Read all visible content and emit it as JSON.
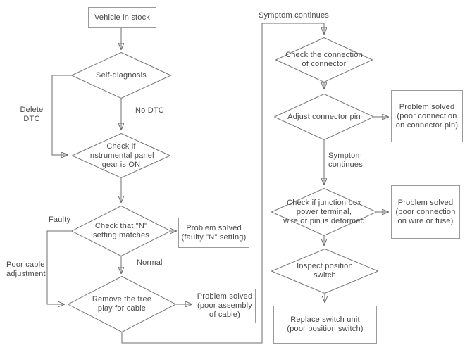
{
  "diagram": {
    "type": "flowchart",
    "nodes": {
      "vehicle_in_stock": "Vehicle in stock",
      "self_diagnosis": "Self-diagnosis",
      "check_panel": "Check if\ninstrumental panel\ngear is ON",
      "check_n_setting": "Check that \"N\"\nsetting matches",
      "problem_faulty_n": "Problem solved\n(faulty \"N\" setting)",
      "remove_free_play": "Remove the free\nplay for cable",
      "problem_cable": "Problem solved\n(poor assembly\nof cable)",
      "check_connection": "Check the connection\nof connector",
      "adjust_pin": "Adjust connector pin",
      "problem_connector_pin": "Problem solved\n(poor connection\non connector pin)",
      "check_junction": "Check if junction box\npower terminal,\nwire or pin is deformed",
      "problem_wire_fuse": "Problem solved\n(poor connection\non wire or fuse)",
      "inspect_switch": "Inspect position\nswitch",
      "replace_switch": "Replace switch unit\n(poor position switch)"
    },
    "edge_labels": {
      "delete_dtc": "Delete\nDTC",
      "no_dtc": "No DTC",
      "faulty": "Faulty",
      "normal": "Normal",
      "poor_cable": "Poor cable\nadjustment",
      "symptom_top": "Symptom continues",
      "symptom_mid": "Symptom\ncontinues"
    },
    "colors": {
      "background": "#ffffff",
      "line": "#6d6d6d",
      "box_border": "#9a9a9a",
      "diamond_border": "#787878",
      "arrowhead": "#111111",
      "text": "#474747"
    }
  }
}
